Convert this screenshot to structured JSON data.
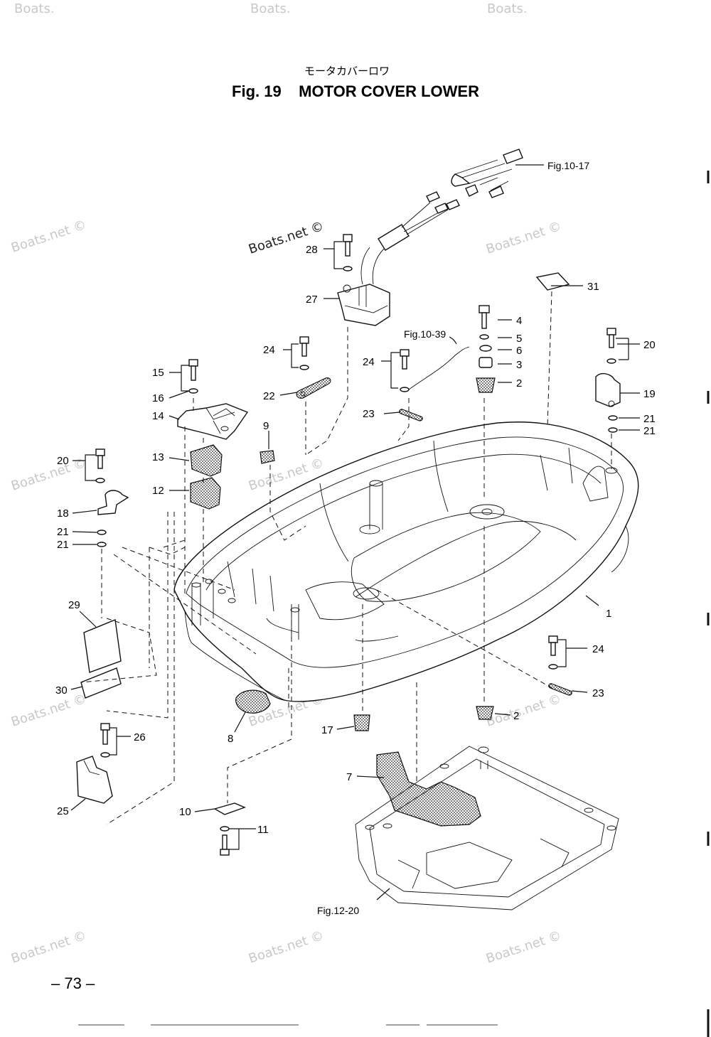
{
  "title_jp": "モータカバーロワ",
  "title": "Fig. 19    MOTOR COVER LOWER",
  "page_number": "– 73 –",
  "watermark": "Boats.net ©",
  "watermark_top": "Boats.",
  "figure_refs": {
    "f10_17": "Fig.10-17",
    "f10_39": "Fig.10-39",
    "f12_20": "Fig.12-20"
  },
  "callouts": {
    "c1": "1",
    "c2a": "2",
    "c2b": "2",
    "c3": "3",
    "c4": "4",
    "c5": "5",
    "c6": "6",
    "c7": "7",
    "c8": "8",
    "c9": "9",
    "c10": "10",
    "c11": "11",
    "c12": "12",
    "c13": "13",
    "c14": "14",
    "c15": "15",
    "c16": "16",
    "c17": "17",
    "c18": "18",
    "c19": "19",
    "c20a": "20",
    "c20b": "20",
    "c21a": "21",
    "c21b": "21",
    "c21c": "21",
    "c21d": "21",
    "c22": "22",
    "c23a": "23",
    "c23b": "23",
    "c24a": "24",
    "c24b": "24",
    "c24c": "24",
    "c25": "25",
    "c26": "26",
    "c27": "27",
    "c28": "28",
    "c29": "29",
    "c30": "30",
    "c31": "31"
  }
}
